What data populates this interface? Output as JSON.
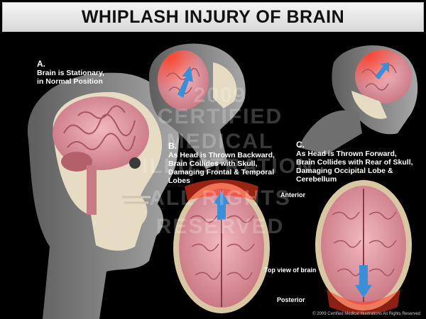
{
  "title": "WHIPLASH INJURY OF BRAIN",
  "section_a": {
    "letter": "A.",
    "line1": "Brain is Stationary,",
    "line2": "in Normal Position"
  },
  "section_b": {
    "letter": "B.",
    "line1": "As Head is Thrown Backward,",
    "line2": "Brain Collides with Skull,",
    "line3": "Damaging Frontal & Temporal",
    "line4": "Lobes"
  },
  "section_c": {
    "letter": "C.",
    "line1": "As Head is Thrown Forward,",
    "line2": "Brain Collides with Rear of Skull,",
    "line3": "Damaging Occipital Lobe &",
    "line4": "Cerebellum"
  },
  "anterior": "Anterior",
  "posterior": "Posterior",
  "top_view": "Top view of brain",
  "watermark": {
    "l1": "2009",
    "l2": "CERTIFIED",
    "l3": "MEDICAL",
    "l4": "ILLUSTRATION",
    "l5": "ALL RIGHTS",
    "l6": "RESERVED"
  },
  "copyright": "© 2009 Certified Medical Illustrations All Rights Reserved",
  "colors": {
    "background": "#000000",
    "brain": "#e8a0a8",
    "injury": "#e84a3a",
    "arrow": "#3a8fd8",
    "skin": "#8a8a8a",
    "bone": "#e0d8c0"
  }
}
